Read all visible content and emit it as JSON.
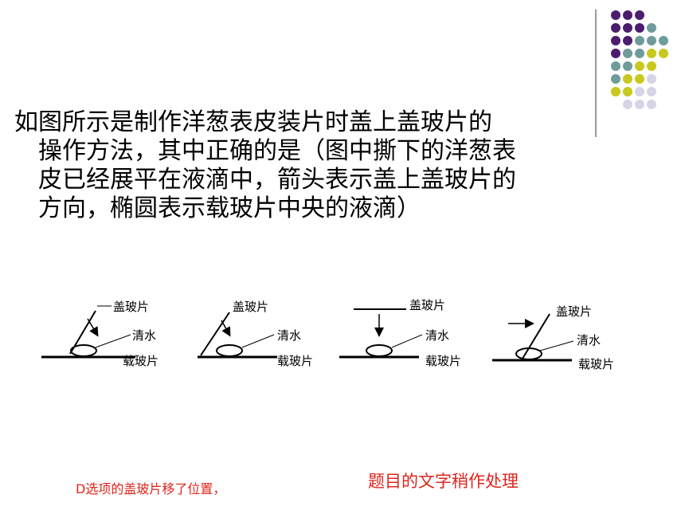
{
  "question": {
    "lines": [
      "如图所示是制作洋葱表皮装片时盖上盖玻片的",
      "操作方法，其中正确的是（图中撕下的洋葱表",
      "皮已经展平在液滴中，箭头表示盖上盖玻片的",
      "方向，椭圆表示载玻片中央的液滴）"
    ]
  },
  "diagram": {
    "labels": {
      "cover_slip": "盖玻片",
      "water": "清水",
      "slide": "载玻片"
    }
  },
  "notes": {
    "left": "D选项的盖玻片移了位置，",
    "right": "题目的文字稍作处理"
  },
  "colors": {
    "dot_purple": "#4b1d6e",
    "dot_teal": "#6f9c9a",
    "dot_yellow": "#c8c81e",
    "dot_lavender": "#d6d4e6",
    "note_red": "#e0241b"
  }
}
